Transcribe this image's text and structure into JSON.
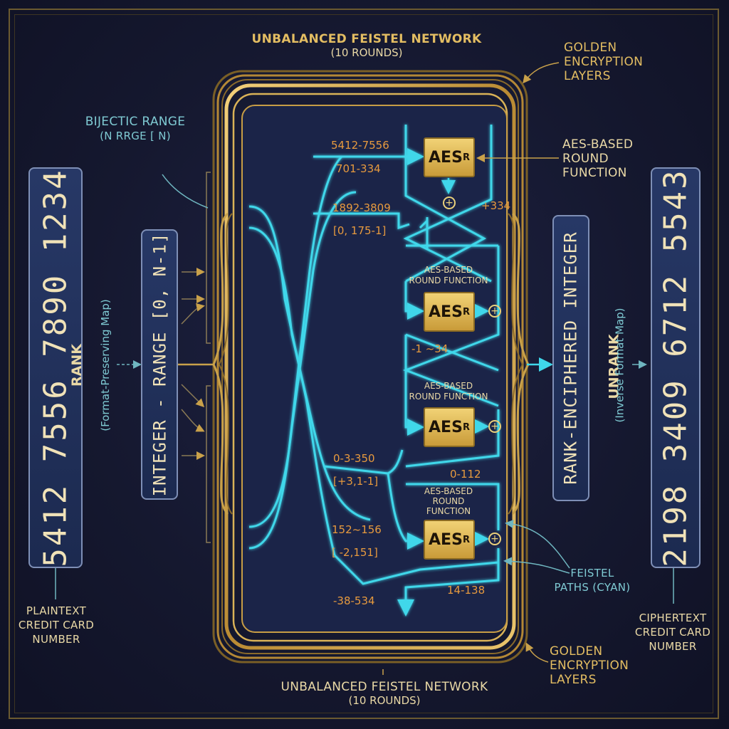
{
  "title_top": "UNBALANCED FEISTEL NETWORK",
  "subtitle_top": "(10 ROUNDS)",
  "title_bottom": "UNBALANCED FEISTEL NETWORK",
  "subtitle_bottom": "(10 ROUNDS)",
  "golden_layers_top": [
    "GOLDEN",
    "ENCRYPTION",
    "LAYERS"
  ],
  "golden_layers_bottom": [
    "GOLDEN",
    "ENCRYPTION",
    "LAYERS"
  ],
  "aes_round_function_label": [
    "AES-BASED",
    "ROUND",
    "FUNCTION"
  ],
  "bijective_range": [
    "BIJECTIC RANGE",
    "(N RRGE [ N)"
  ],
  "plaintext_card": "5412  7556  7890  1234",
  "plaintext_label": [
    "PLAINTEXT",
    "CREDIT CARD",
    "NUMBER"
  ],
  "rank_label": "RANK",
  "rank_sub": "(Format-Preserving Map)",
  "integer_range": "INTEGER - RANGE  [0,  N-1]",
  "rank_enciphered": "RANK-ENCIPHERED  INTEGER",
  "unrank_label": "UNRANK",
  "unrank_sub": "(Inverse Format Map)",
  "ciphertext_card": "2198  3409  6712  5543",
  "ciphertext_label": [
    "CIPHERTEXT",
    "CREDIT CARD",
    "NUMBER"
  ],
  "feistel_paths_label": [
    "FEISTEL",
    "PATHS (CYAN)"
  ],
  "aes_blocks": [
    {
      "main": "AES",
      "sub": "R"
    },
    {
      "main": "AES",
      "sub": "R"
    },
    {
      "main": "AES",
      "sub": "R"
    },
    {
      "main": "AES",
      "sub": "R"
    }
  ],
  "round_labels": [
    [
      "AES-BASED",
      "ROUND FUNCTION"
    ],
    [
      "AES-BASED",
      "ROUND FUNCTION"
    ],
    [
      "AES-BASED",
      "ROUND",
      "FUNCTION"
    ]
  ],
  "path_values": {
    "v1": "5412-7556",
    "v2": "701-334",
    "v3": "1892-3809",
    "v4": "[0, 175-1]",
    "v5": "+334",
    "v6": "-1 ~34",
    "v7": "0-3-350",
    "v8": "[+3,1-1]",
    "v9": "0-112",
    "v10": "152~156",
    "v11": "[ -2,151]",
    "v12": "-38-534",
    "v13": "14-138"
  },
  "colors": {
    "background": "#15182f",
    "gold": "#d4a94a",
    "cyan": "#3fd7ea",
    "panel": "#24345f",
    "label_orange": "#e79a3e"
  }
}
